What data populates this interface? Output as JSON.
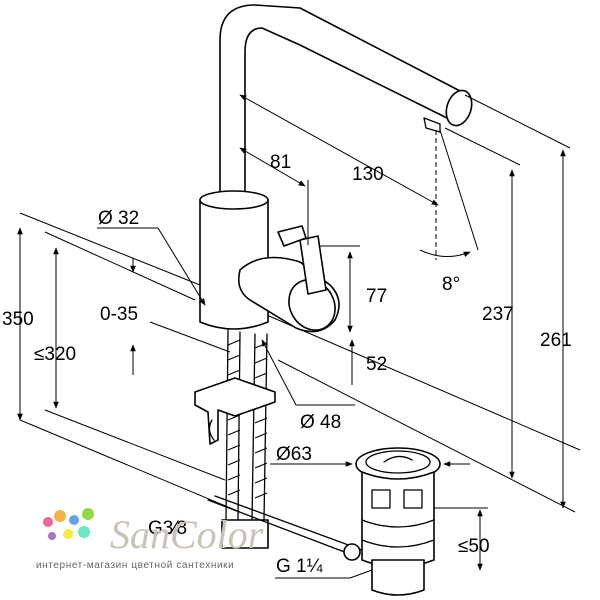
{
  "dimensions": {
    "d32": "Ø 32",
    "d81": "81",
    "d130": "130",
    "angle": "8°",
    "d350": "350",
    "d0_35": "0-35",
    "d320": "≤320",
    "d77": "77",
    "d237": "237",
    "d261": "261",
    "d52": "52",
    "d48": "Ø 48",
    "d63": "Ø63",
    "g38": "G3⁄8",
    "g114": "G 1¼",
    "d50": "≤50"
  },
  "watermark": {
    "brand": "SanColor",
    "tagline": "интернет-магазин цветной сантехники",
    "dot_colors": [
      "#e94b8a",
      "#f5a623",
      "#4a90e2",
      "#7ed321",
      "#9b59b6",
      "#f8e71c",
      "#50e3c2"
    ]
  }
}
